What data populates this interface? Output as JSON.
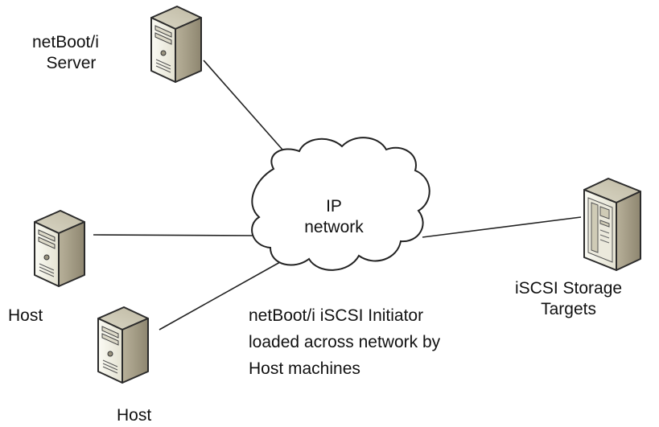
{
  "nodes": {
    "server": {
      "line1": "netBoot/i",
      "line2": "Server"
    },
    "host_left": {
      "label": "Host"
    },
    "host_bottom": {
      "label": "Host"
    },
    "storage": {
      "line1": "iSCSI Storage",
      "line2": "Targets"
    },
    "network": {
      "line1": "IP",
      "line2": "network"
    }
  },
  "caption": {
    "line1": "netBoot/i iSCSI Initiator",
    "line2": "loaded across network by",
    "line3": "Host machines"
  }
}
